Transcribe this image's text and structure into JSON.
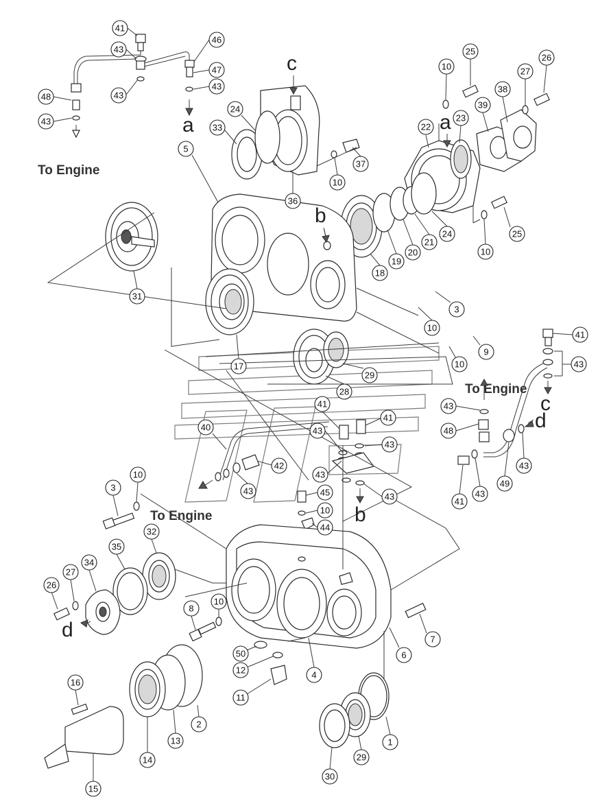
{
  "labels": {
    "to_engine_top": "To Engine",
    "to_engine_middle": "To Engine",
    "to_engine_right": "To Engine"
  },
  "refs": [
    {
      "id": "ref-a-top",
      "text": "a"
    },
    {
      "id": "ref-a-mid",
      "text": "a"
    },
    {
      "id": "ref-b-mid",
      "text": "b"
    },
    {
      "id": "ref-b-low",
      "text": "b"
    },
    {
      "id": "ref-c-top",
      "text": "c"
    },
    {
      "id": "ref-c-right",
      "text": "c"
    },
    {
      "id": "ref-d-right",
      "text": "d"
    },
    {
      "id": "ref-d-left",
      "text": "d"
    }
  ],
  "callouts": [
    "41",
    "43",
    "46",
    "43",
    "47",
    "43",
    "48",
    "43",
    "24",
    "33",
    "36",
    "10",
    "37",
    "5",
    "c",
    "22",
    "23",
    "10",
    "25",
    "39",
    "38",
    "27",
    "26",
    "b",
    "18",
    "19",
    "20",
    "21",
    "24",
    "10",
    "25",
    "31",
    "3",
    "10",
    "9",
    "17",
    "29",
    "28",
    "41",
    "41",
    "41",
    "43",
    "43",
    "40",
    "42",
    "43",
    "43",
    "43",
    "43",
    "48",
    "49",
    "43",
    "41",
    "43",
    "3",
    "10",
    "32",
    "35",
    "45",
    "10",
    "44",
    "34",
    "27",
    "26",
    "8",
    "10",
    "7",
    "6",
    "50",
    "12",
    "4",
    "11",
    "16",
    "2",
    "13",
    "14",
    "15",
    "1",
    "29",
    "30"
  ]
}
